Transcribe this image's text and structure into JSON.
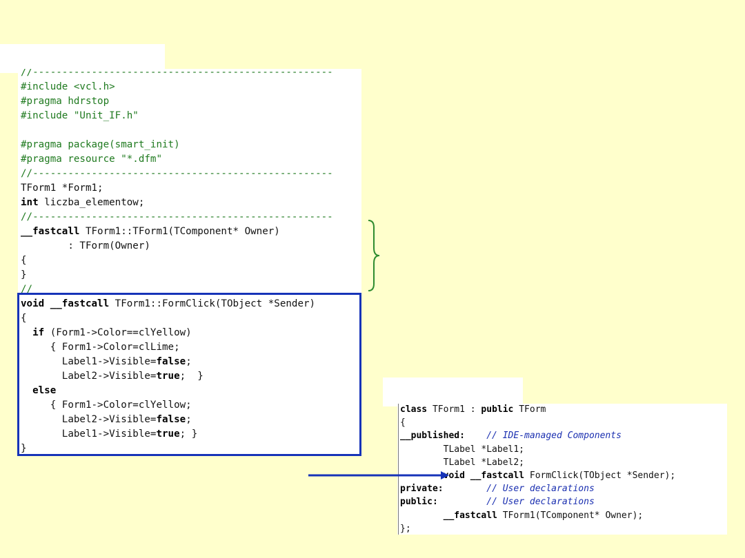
{
  "left_code": [
    {
      "parts": [
        {
          "t": "//---------------------------------------------------",
          "c": "green"
        }
      ]
    },
    {
      "parts": [
        {
          "t": "#include <vcl.h>",
          "c": "green"
        }
      ]
    },
    {
      "parts": [
        {
          "t": "#pragma hdrstop",
          "c": "green"
        }
      ]
    },
    {
      "parts": [
        {
          "t": "#include \"Unit_IF.h\"",
          "c": "green"
        }
      ]
    },
    {
      "parts": [
        {
          "t": "",
          "c": ""
        }
      ]
    },
    {
      "parts": [
        {
          "t": "#pragma package(smart_init)",
          "c": "green"
        }
      ]
    },
    {
      "parts": [
        {
          "t": "#pragma resource \"*.dfm\"",
          "c": "green"
        }
      ]
    },
    {
      "parts": [
        {
          "t": "//---------------------------------------------------",
          "c": "green"
        }
      ]
    },
    {
      "parts": [
        {
          "t": "TForm1 *Form1;",
          "c": ""
        }
      ]
    },
    {
      "parts": [
        {
          "t": "int",
          "c": "b"
        },
        {
          "t": " liczba_elementow;",
          "c": ""
        }
      ]
    },
    {
      "parts": [
        {
          "t": "//---------------------------------------------------",
          "c": "green"
        }
      ]
    },
    {
      "parts": [
        {
          "t": "__fastcall",
          "c": "b"
        },
        {
          "t": " TForm1::TForm1(TComponent* Owner)",
          "c": ""
        }
      ]
    },
    {
      "parts": [
        {
          "t": "        : TForm(Owner)",
          "c": ""
        }
      ]
    },
    {
      "parts": [
        {
          "t": "{",
          "c": ""
        }
      ]
    },
    {
      "parts": [
        {
          "t": "}",
          "c": ""
        }
      ]
    },
    {
      "parts": [
        {
          "t": "//",
          "c": "green"
        }
      ]
    },
    {
      "parts": [
        {
          "t": "void",
          "c": "b"
        },
        {
          "t": " ",
          "c": ""
        },
        {
          "t": "__fastcall",
          "c": "b"
        },
        {
          "t": " TForm1::FormClick(TObject *Sender)",
          "c": ""
        }
      ]
    },
    {
      "parts": [
        {
          "t": "{",
          "c": ""
        }
      ]
    },
    {
      "parts": [
        {
          "t": "  ",
          "c": ""
        },
        {
          "t": "if",
          "c": "b"
        },
        {
          "t": " (Form1->Color==clYellow)",
          "c": ""
        }
      ]
    },
    {
      "parts": [
        {
          "t": "     { Form1->Color=clLime;",
          "c": ""
        }
      ]
    },
    {
      "parts": [
        {
          "t": "       Label1->Visible=",
          "c": ""
        },
        {
          "t": "false",
          "c": "b"
        },
        {
          "t": ";",
          "c": ""
        }
      ]
    },
    {
      "parts": [
        {
          "t": "       Label2->Visible=",
          "c": ""
        },
        {
          "t": "true",
          "c": "b"
        },
        {
          "t": ";  }",
          "c": ""
        }
      ]
    },
    {
      "parts": [
        {
          "t": "  ",
          "c": ""
        },
        {
          "t": "else",
          "c": "b"
        }
      ]
    },
    {
      "parts": [
        {
          "t": "     { Form1->Color=clYellow;",
          "c": ""
        }
      ]
    },
    {
      "parts": [
        {
          "t": "       Label2->Visible=",
          "c": ""
        },
        {
          "t": "false",
          "c": "b"
        },
        {
          "t": ";",
          "c": ""
        }
      ]
    },
    {
      "parts": [
        {
          "t": "       Label1->Visible=",
          "c": ""
        },
        {
          "t": "true",
          "c": "b"
        },
        {
          "t": "; }",
          "c": ""
        }
      ]
    },
    {
      "parts": [
        {
          "t": "}",
          "c": ""
        }
      ]
    }
  ],
  "right_code": [
    {
      "parts": [
        {
          "t": "class",
          "c": "b"
        },
        {
          "t": " TForm1 : ",
          "c": ""
        },
        {
          "t": "public",
          "c": "b"
        },
        {
          "t": " TForm",
          "c": ""
        }
      ]
    },
    {
      "parts": [
        {
          "t": "{",
          "c": ""
        }
      ]
    },
    {
      "parts": [
        {
          "t": "__published:",
          "c": "b"
        },
        {
          "t": "    ",
          "c": ""
        },
        {
          "t": "// IDE-managed Components",
          "c": "cm"
        }
      ]
    },
    {
      "parts": [
        {
          "t": "        TLabel *Label1;",
          "c": ""
        }
      ]
    },
    {
      "parts": [
        {
          "t": "        TLabel *Label2;",
          "c": ""
        }
      ]
    },
    {
      "parts": [
        {
          "t": "        ",
          "c": ""
        },
        {
          "t": "void",
          "c": "b"
        },
        {
          "t": " ",
          "c": ""
        },
        {
          "t": "__fastcall",
          "c": "b"
        },
        {
          "t": " FormClick(TObject *Sender);",
          "c": ""
        }
      ]
    },
    {
      "parts": [
        {
          "t": "private:",
          "c": "b"
        },
        {
          "t": "        ",
          "c": ""
        },
        {
          "t": "// User declarations",
          "c": "cm"
        }
      ]
    },
    {
      "parts": [
        {
          "t": "public:",
          "c": "b"
        },
        {
          "t": "         ",
          "c": ""
        },
        {
          "t": "// User declarations",
          "c": "cm"
        }
      ]
    },
    {
      "parts": [
        {
          "t": "        ",
          "c": ""
        },
        {
          "t": "__fastcall",
          "c": "b"
        },
        {
          "t": " TForm1(TComponent* Owner);",
          "c": ""
        }
      ]
    },
    {
      "parts": [
        {
          "t": "};",
          "c": ""
        }
      ]
    }
  ],
  "colors": {
    "background": "#ffffcc",
    "selection_box": "#1633b8",
    "brace": "#2e8b2e",
    "arrow": "#1633b8"
  },
  "icons": {
    "brace": "curly-brace-icon",
    "arrow": "arrow-right-icon"
  }
}
